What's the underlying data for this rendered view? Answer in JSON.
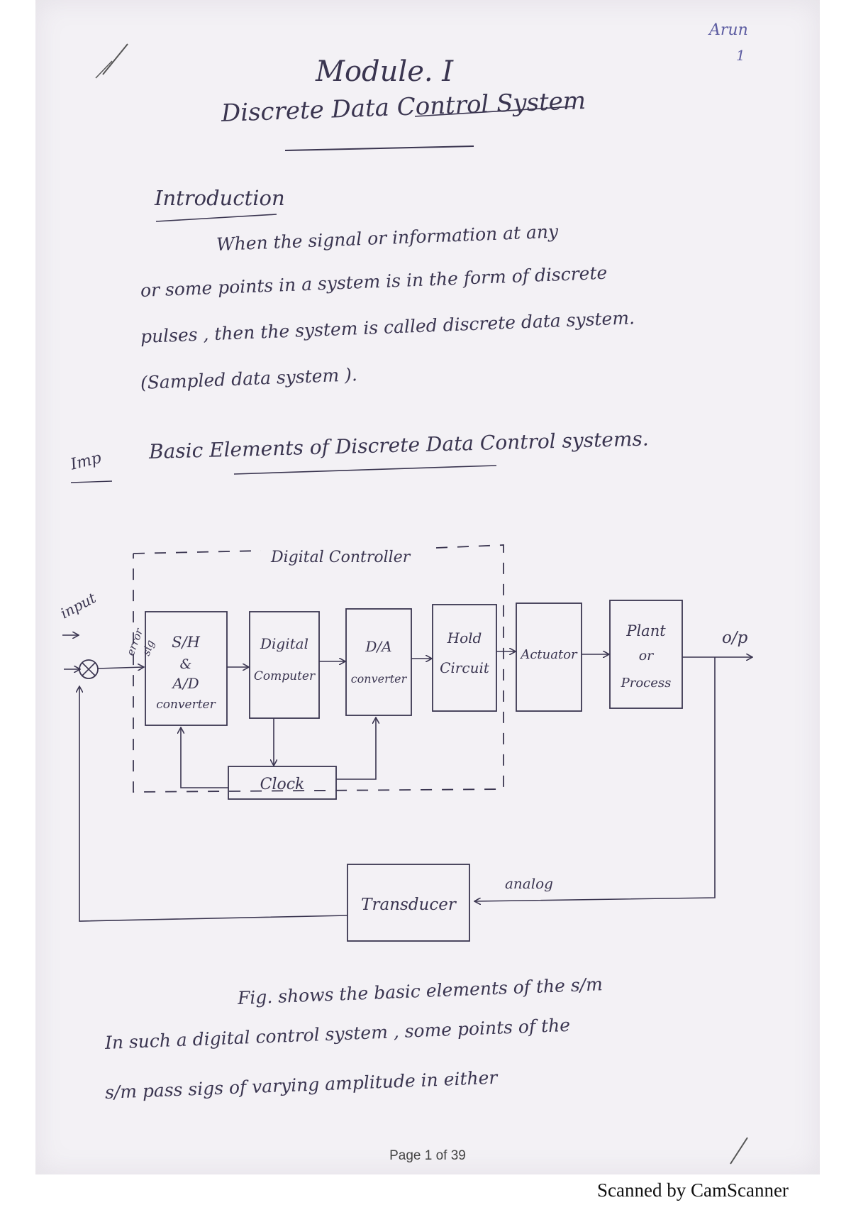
{
  "document": {
    "author_note": "Arun",
    "corner_number": "1",
    "module_title": "Module. I",
    "subtitle": "Discrete Data Control System",
    "intro_heading": "Introduction",
    "intro_lines": [
      "When the signal or information at any",
      "or some points in a system is in the form of discrete",
      "pulses , then the system is called discrete data system.",
      "(Sampled data system )."
    ],
    "margin_note": "Imp",
    "basic_heading": "Basic Elements of Discrete Data Control systems."
  },
  "diagram": {
    "digital_controller_label": "Digital Controller",
    "input_label": "input",
    "error_label": "error",
    "error_label_2": "sig",
    "output_label": "o/p",
    "analog_label": "analog",
    "blocks": {
      "sh_line1": "S/H",
      "sh_line2": "&",
      "sh_line3": "A/D",
      "sh_line4": "converter",
      "computer_line1": "Digital",
      "computer_line2": "Computer",
      "da_line1": "D/A",
      "da_line2": "converter",
      "hold_line1": "Hold",
      "hold_line2": "Circuit",
      "actuator": "Actuator",
      "plant_line1": "Plant",
      "plant_line2": "or",
      "plant_line3": "Process",
      "clock": "Clock",
      "transducer": "Transducer"
    }
  },
  "description_lines": [
    "Fig. shows the basic elements of the s/m",
    "In such a digital control system , some points of the",
    "s/m pass sigs of varying amplitude in either"
  ],
  "footer": {
    "page_label": "Page 1 of 39",
    "scanner_label": "Scanned by CamScanner"
  }
}
